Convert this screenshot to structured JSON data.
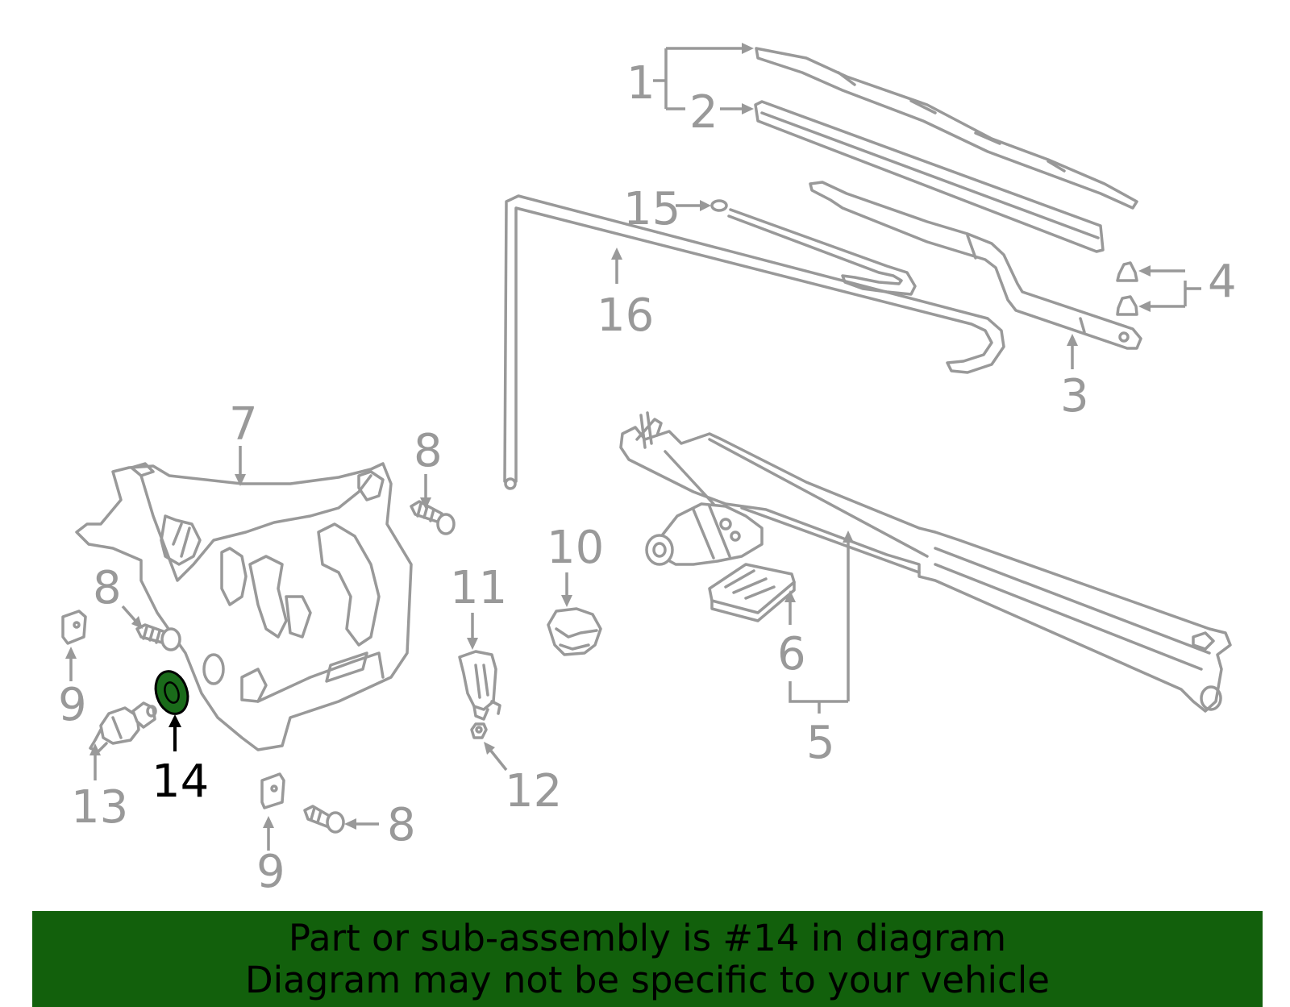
{
  "diagram": {
    "callouts": {
      "c1": "1",
      "c2": "2",
      "c3": "3",
      "c4": "4",
      "c5": "5",
      "c6": "6",
      "c7": "7",
      "c8a": "8",
      "c8b": "8",
      "c8c": "8",
      "c9a": "9",
      "c9b": "9",
      "c10": "10",
      "c11": "11",
      "c12": "12",
      "c13": "13",
      "c14": "14",
      "c15": "15",
      "c16": "16"
    },
    "highlight_part": "14",
    "highlight_color": "#1a6b1a",
    "line_color": "#999999"
  },
  "banner": {
    "line1": "Part or sub-assembly is #14 in diagram",
    "line2": "Diagram may not be specific to your vehicle",
    "background": "#12600c"
  }
}
